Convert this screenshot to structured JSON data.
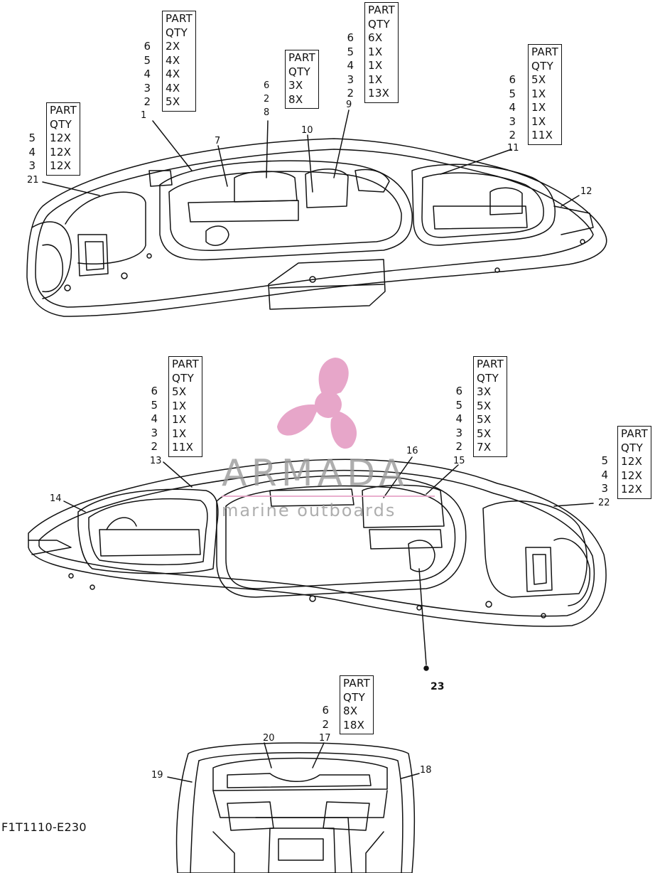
{
  "figure_code": "F1T1110-E230",
  "watermark": {
    "brand": "ARMADA",
    "tagline": "marine outboards",
    "logo_icon": "propeller-logo-icon",
    "logo_color": "#e7a6c9"
  },
  "tables": [
    {
      "id": "A",
      "header": [
        "PART",
        "QTY"
      ],
      "rows": [
        {
          "key": "5",
          "qty": "12X"
        },
        {
          "key": "4",
          "qty": "12X"
        },
        {
          "key": "3",
          "qty": "12X"
        }
      ]
    },
    {
      "id": "B",
      "header": [
        "PART",
        "QTY"
      ],
      "rows": [
        {
          "key": "6",
          "qty": "2X"
        },
        {
          "key": "5",
          "qty": "4X"
        },
        {
          "key": "4",
          "qty": "4X"
        },
        {
          "key": "3",
          "qty": "4X"
        },
        {
          "key": "2",
          "qty": "5X"
        }
      ]
    },
    {
      "id": "C",
      "header": [
        "PART",
        "QTY"
      ],
      "rows": [
        {
          "key": "6",
          "qty": "3X"
        },
        {
          "key": "2",
          "qty": "8X"
        }
      ]
    },
    {
      "id": "D",
      "header": [
        "PART",
        "QTY"
      ],
      "rows": [
        {
          "key": "6",
          "qty": "6X"
        },
        {
          "key": "5",
          "qty": "1X"
        },
        {
          "key": "4",
          "qty": "1X"
        },
        {
          "key": "3",
          "qty": "1X"
        },
        {
          "key": "2",
          "qty": "13X"
        }
      ]
    },
    {
      "id": "E",
      "header": [
        "PART",
        "QTY"
      ],
      "rows": [
        {
          "key": "6",
          "qty": "5X"
        },
        {
          "key": "5",
          "qty": "1X"
        },
        {
          "key": "4",
          "qty": "1X"
        },
        {
          "key": "3",
          "qty": "1X"
        },
        {
          "key": "2",
          "qty": "11X"
        }
      ]
    },
    {
      "id": "F",
      "header": [
        "PART",
        "QTY"
      ],
      "rows": [
        {
          "key": "6",
          "qty": "5X"
        },
        {
          "key": "5",
          "qty": "1X"
        },
        {
          "key": "4",
          "qty": "1X"
        },
        {
          "key": "3",
          "qty": "1X"
        },
        {
          "key": "2",
          "qty": "11X"
        }
      ]
    },
    {
      "id": "G",
      "header": [
        "PART",
        "QTY"
      ],
      "rows": [
        {
          "key": "6",
          "qty": "3X"
        },
        {
          "key": "5",
          "qty": "5X"
        },
        {
          "key": "4",
          "qty": "5X"
        },
        {
          "key": "3",
          "qty": "5X"
        },
        {
          "key": "2",
          "qty": "7X"
        }
      ]
    },
    {
      "id": "H",
      "header": [
        "PART",
        "QTY"
      ],
      "rows": [
        {
          "key": "5",
          "qty": "12X"
        },
        {
          "key": "4",
          "qty": "12X"
        },
        {
          "key": "3",
          "qty": "12X"
        }
      ]
    },
    {
      "id": "I",
      "header": [
        "PART",
        "QTY"
      ],
      "rows": [
        {
          "key": "6",
          "qty": "8X"
        },
        {
          "key": "2",
          "qty": "18X"
        }
      ]
    }
  ],
  "callouts": [
    "1",
    "7",
    "6",
    "2",
    "8",
    "10",
    "9",
    "11",
    "12",
    "21",
    "13",
    "14",
    "16",
    "15",
    "22",
    "23",
    "20",
    "17",
    "19",
    "18"
  ]
}
